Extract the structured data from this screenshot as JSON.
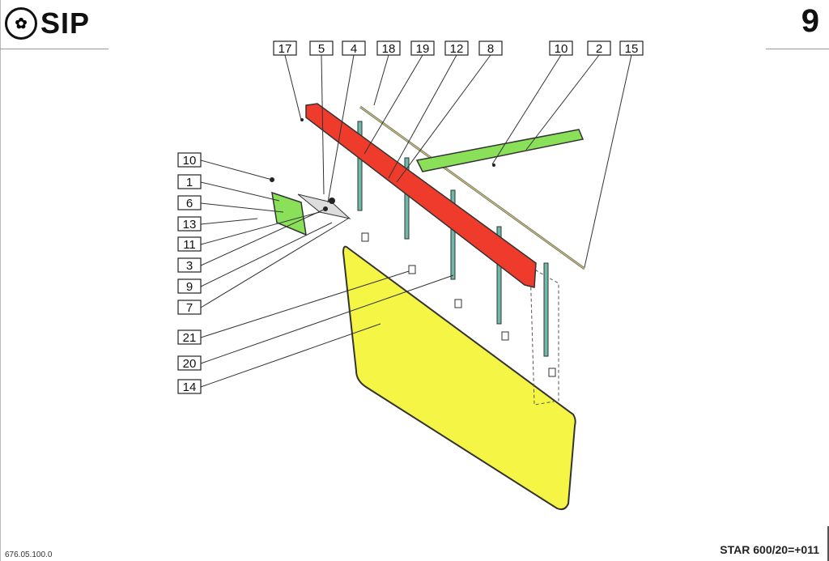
{
  "header": {
    "brand": "SIP",
    "page_number": "9"
  },
  "footer": {
    "doc_code": "676.05.100.0",
    "model": "STAR 600/20=+011"
  },
  "callouts_top": [
    "17",
    "5",
    "4",
    "18",
    "19",
    "12",
    "8",
    "10",
    "2",
    "15"
  ],
  "callouts_left": [
    "10",
    "1",
    "6",
    "13",
    "11",
    "3",
    "9",
    "7",
    "21",
    "20",
    "14"
  ],
  "colors": {
    "red_bar": "#ee3b2b",
    "yellow_panel": "#f5f545",
    "green_part": "#8be05a",
    "strip": "#6fb9a8"
  }
}
